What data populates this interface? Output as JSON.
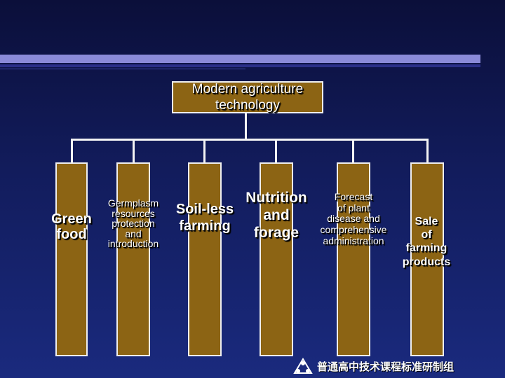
{
  "root": {
    "label": "Modern agriculture technology"
  },
  "branches": [
    {
      "id": "green-food",
      "lines": [
        "Green",
        "food"
      ]
    },
    {
      "id": "germplasm",
      "lines": [
        "Germplasm",
        "resources",
        "protection",
        "and",
        "introduction"
      ]
    },
    {
      "id": "soil-less",
      "lines": [
        "Soil-less",
        "farming"
      ]
    },
    {
      "id": "nutrition",
      "lines": [
        "Nutrition",
        "and",
        "forage"
      ]
    },
    {
      "id": "forecast",
      "lines": [
        "Forecast",
        "of plant",
        "disease and",
        "comprehensive",
        "administration"
      ]
    },
    {
      "id": "sale",
      "lines": [
        "Sale",
        "of",
        "farming",
        "products"
      ]
    }
  ],
  "footer": {
    "text": "普通高中技术课程标准研制组",
    "icon": "triangle-logo-icon"
  },
  "colors": {
    "box": "#8c6414",
    "connector": "#f4f4f4",
    "background": "#121c5c",
    "accent": "#8a8ad8"
  }
}
